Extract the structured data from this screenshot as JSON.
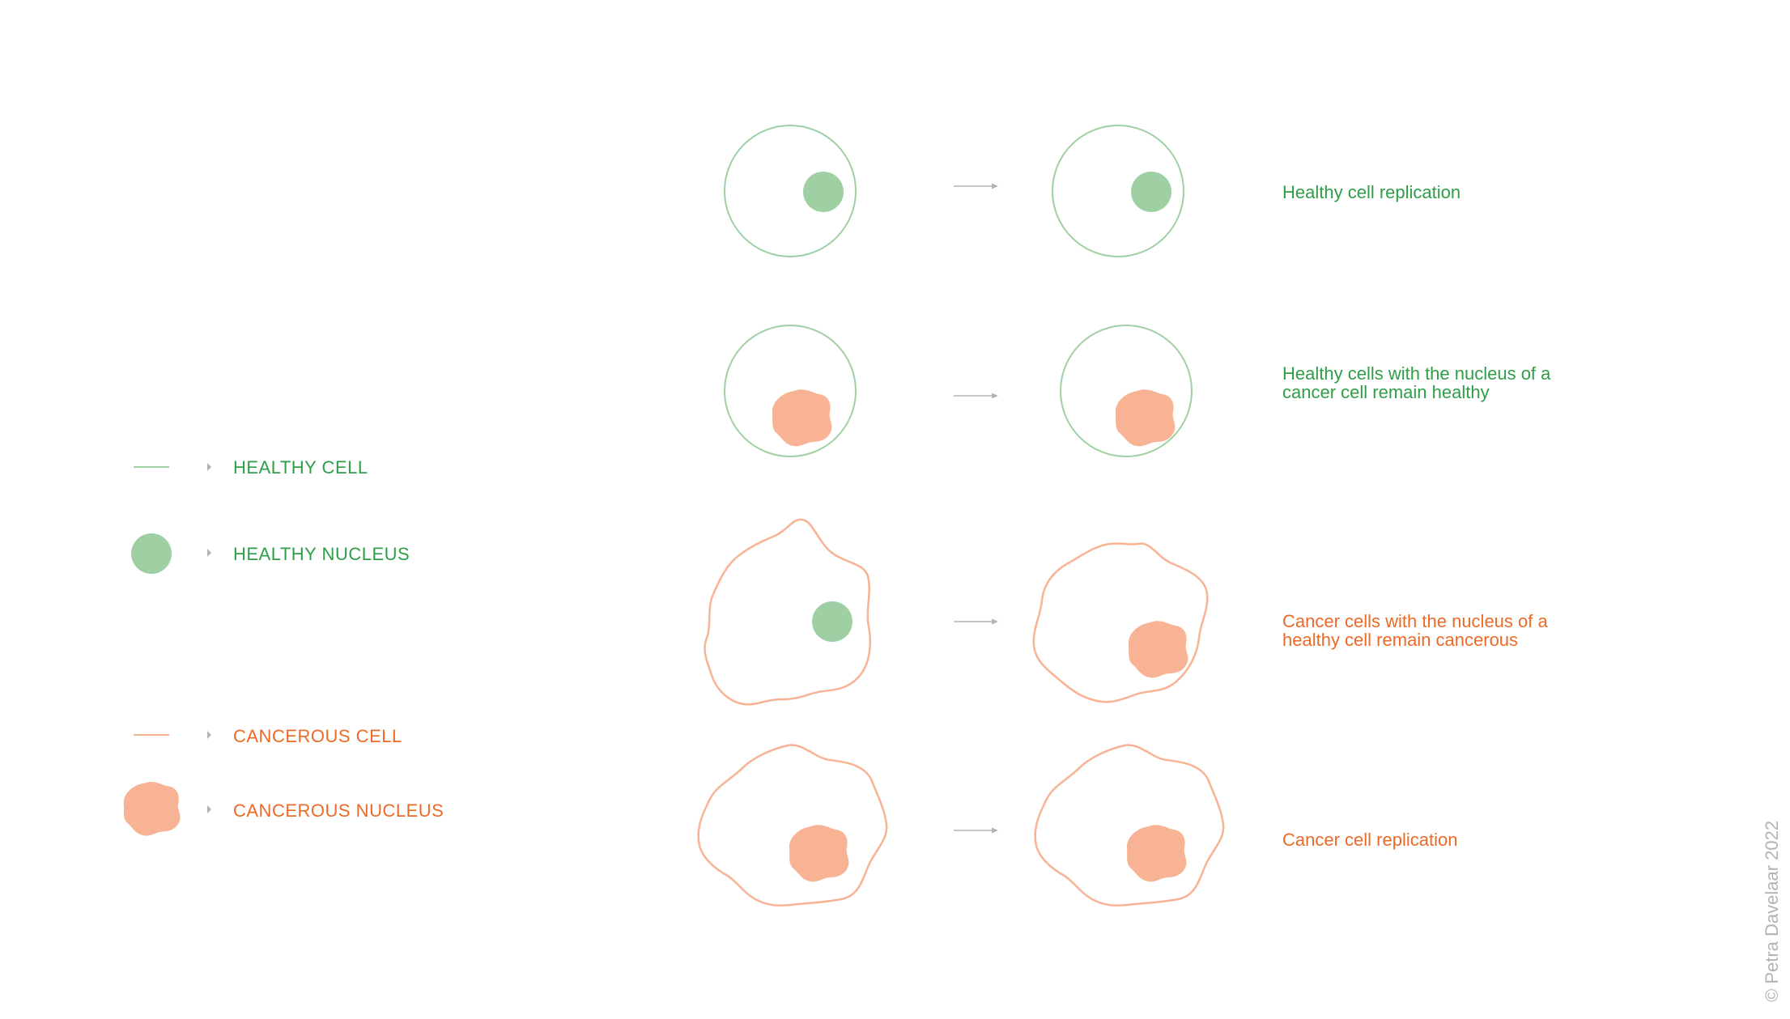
{
  "colors": {
    "healthy_line": "#9fd0a4",
    "healthy_fill": "#9fd0a4",
    "healthy_text": "#2e9e48",
    "cancer_line": "#f7b393",
    "cancer_fill": "#f7b393",
    "cancer_text": "#ec6a28",
    "arrow": "#b3b3b3",
    "credit": "#b3b3b3"
  },
  "legend": {
    "healthy_cell": "HEALTHY CELL",
    "healthy_nucleus": "HEALTHY NUCLEUS",
    "cancerous_cell": "CANCEROUS CELL",
    "cancerous_nucleus": "CANCEROUS NUCLEUS"
  },
  "rows": [
    {
      "label_lines": [
        "Healthy cell replication"
      ]
    },
    {
      "label_lines": [
        "Healthy cells with the nucleus of a",
        "cancer cell remain healthy"
      ]
    },
    {
      "label_lines": [
        "Cancer cells with the nucleus of a",
        "healthy cell remain cancerous"
      ]
    },
    {
      "label_lines": [
        "Cancer cell replication"
      ]
    }
  ],
  "credit": "© Petra Davelaar 2022",
  "icons": {
    "arrow": "arrow-right-icon",
    "legend_pointer": "caret-right-icon"
  }
}
